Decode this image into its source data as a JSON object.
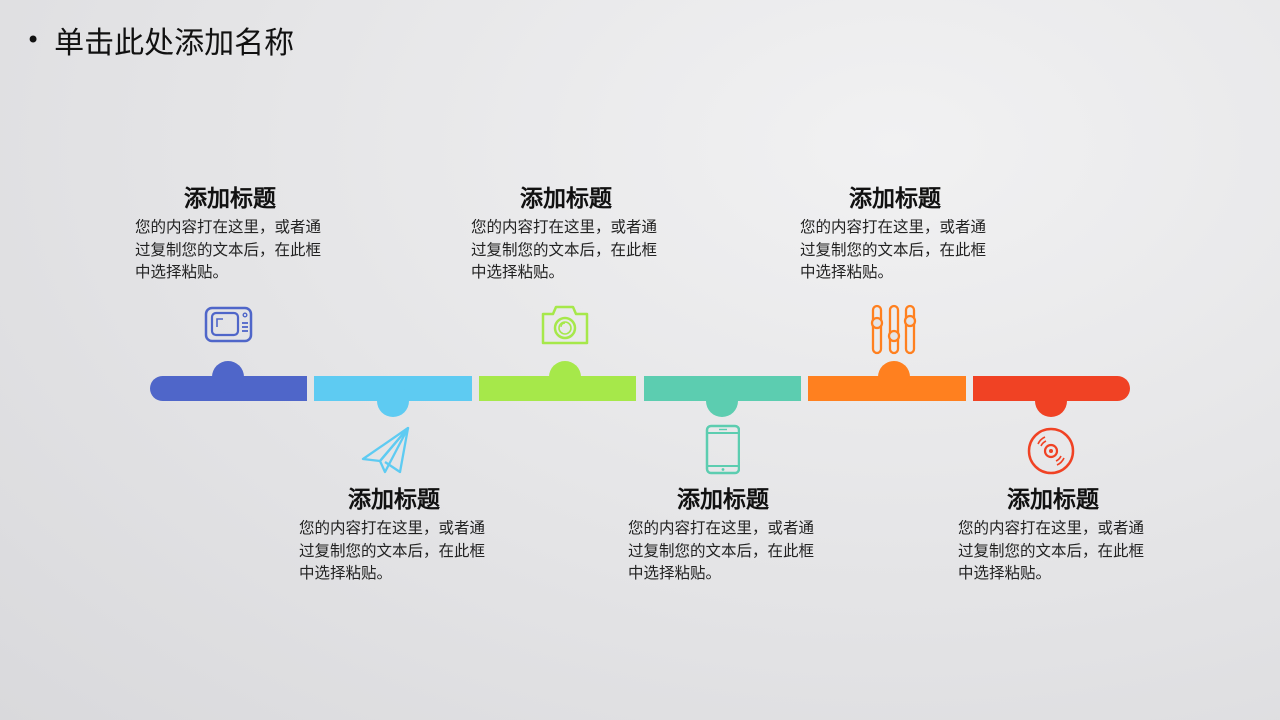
{
  "slide": {
    "title": "单击此处添加名称",
    "bullet": "•"
  },
  "timeline": {
    "colors": [
      "#4f66c9",
      "#5ecbf2",
      "#a6e84a",
      "#5ccdb0",
      "#ff801f",
      "#f04224"
    ],
    "items": [
      {
        "title": "添加标题",
        "body": "您的内容打在这里，或者通过复制您的文本后，在此框中选择粘贴。",
        "icon": "tv-icon",
        "position": "top",
        "color": "#4f66c9"
      },
      {
        "title": "添加标题",
        "body": "您的内容打在这里，或者通过复制您的文本后，在此框中选择粘贴。",
        "icon": "paper-plane-icon",
        "position": "bottom",
        "color": "#5ecbf2"
      },
      {
        "title": "添加标题",
        "body": "您的内容打在这里，或者通过复制您的文本后，在此框中选择粘贴。",
        "icon": "camera-icon",
        "position": "top",
        "color": "#a6e84a"
      },
      {
        "title": "添加标题",
        "body": "您的内容打在这里，或者通过复制您的文本后，在此框中选择粘贴。",
        "icon": "tablet-icon",
        "position": "bottom",
        "color": "#5ccdb0"
      },
      {
        "title": "添加标题",
        "body": "您的内容打在这里，或者通过复制您的文本后，在此框中选择粘贴。",
        "icon": "equalizer-icon",
        "position": "top",
        "color": "#ff801f"
      },
      {
        "title": "添加标题",
        "body": "您的内容打在这里，或者通过复制您的文本后，在此框中选择粘贴。",
        "icon": "vinyl-disc-icon",
        "position": "bottom",
        "color": "#f04224"
      }
    ]
  }
}
